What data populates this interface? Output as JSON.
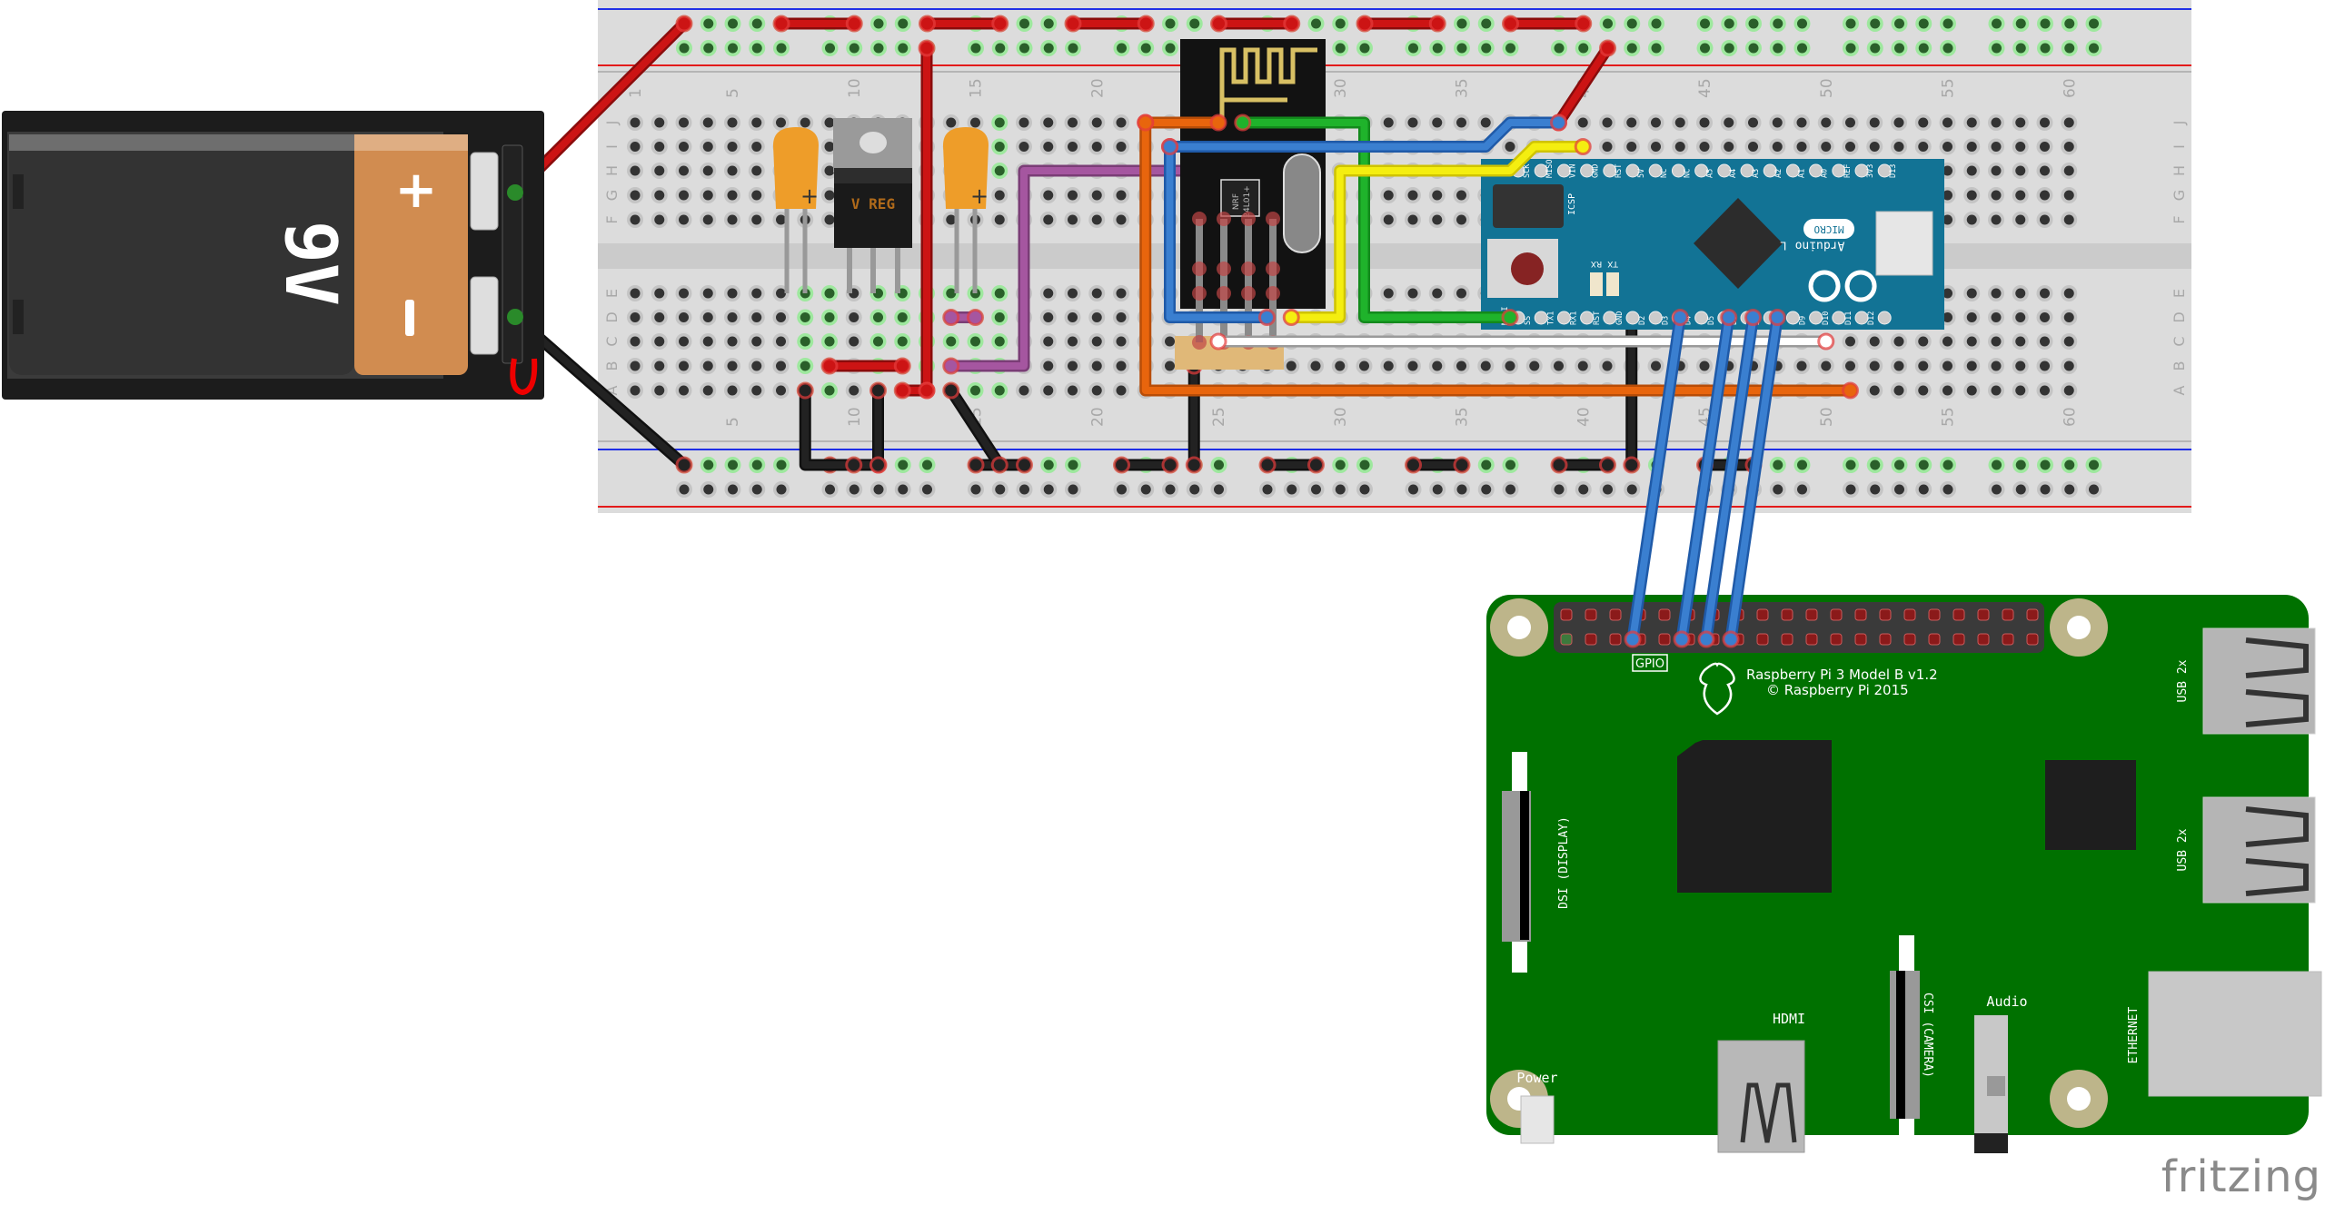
{
  "watermark": "fritzing",
  "battery": {
    "label": "9V",
    "plus": "+",
    "minus": "−",
    "colors": {
      "body": "#333333",
      "cap": "#d18c50",
      "holder": "#1c1c1c"
    }
  },
  "breadboard": {
    "columns": 60,
    "rows_top": [
      "J",
      "I",
      "H",
      "G",
      "F"
    ],
    "rows_bottom": [
      "E",
      "D",
      "C",
      "B",
      "A"
    ],
    "column_labels": [
      "1",
      "5",
      "10",
      "15",
      "20",
      "25",
      "30",
      "35",
      "40",
      "45",
      "50",
      "55",
      "60"
    ],
    "colors": {
      "board": "#dcdcdc",
      "rail_blue": "#1f2fe6",
      "rail_red": "#e31b1b",
      "hole": "#333333",
      "hole_active": "#2a5f2a"
    }
  },
  "components": {
    "regulator": {
      "label": "V REG"
    },
    "capacitor_left": {
      "polarity": "+"
    },
    "capacitor_right": {
      "polarity": "+"
    },
    "radio_module": {
      "chip_label_1": "NRF",
      "chip_label_2": "24L01+"
    },
    "arduino": {
      "brand": "Arduino",
      "model": "MICRO",
      "icsp": "ICSP",
      "led_tx": "TX",
      "led_rx": "RX",
      "led_l": "L",
      "top_pins": [
        "SCK",
        "MISO",
        "VIN",
        "GND",
        "RST",
        "5V",
        "NC",
        "NC",
        "A5",
        "A4",
        "A3",
        "A2",
        "A1",
        "A0",
        "REF",
        "3V3",
        "D13"
      ],
      "bottom_pins": [
        "MOSI",
        "SS",
        "TX1",
        "RX1",
        "RST",
        "GND",
        "D2",
        "D3",
        "D4",
        "D5",
        "D6",
        "D7",
        "D8",
        "D9",
        "D10",
        "D11",
        "D12"
      ],
      "colors": {
        "board": "#127395"
      }
    },
    "raspberry_pi": {
      "title": "Raspberry Pi 3 Model B v1.2",
      "copyright": "© Raspberry Pi 2015",
      "gpio_label": "GPIO",
      "dsi_label": "DSI (DISPLAY)",
      "csi_label": "CSI (CAMERA)",
      "hdmi_label": "HDMI",
      "audio_label": "Audio",
      "power_label": "Power",
      "ethernet_label": "ETHERNET",
      "usb_labels": [
        "USB 2x",
        "USB 2x"
      ],
      "colors": {
        "board": "#007100",
        "header": "#3a3a3a",
        "pin": "#8b1a1a"
      }
    }
  },
  "wire_colors": {
    "red": "#cc1414",
    "black": "#222222",
    "blue": "#3a7fd0",
    "green": "#1fb32b",
    "yellow": "#f4ee10",
    "orange": "#e8650d",
    "purple": "#a556a0",
    "white": "#ffffff"
  }
}
